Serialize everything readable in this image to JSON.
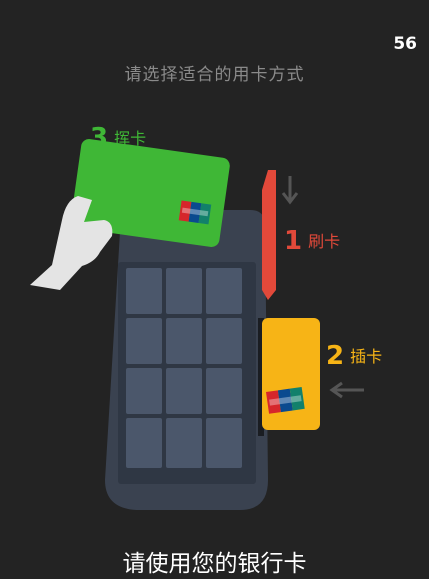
{
  "status": {
    "countdown": "56"
  },
  "header": {
    "instruction": "请选择适合的用卡方式"
  },
  "methods": [
    {
      "num": "1",
      "text": "刷卡",
      "color": "#E2493A"
    },
    {
      "num": "2",
      "text": "插卡",
      "color": "#F7B416"
    },
    {
      "num": "3",
      "text": "挥卡",
      "color": "#3FB736"
    }
  ],
  "footer": {
    "message": "请使用您的银行卡"
  },
  "colors": {
    "background": "#232323",
    "terminal_body": "#3A4250",
    "terminal_screen": "#4B576B",
    "card_green": "#3FB736",
    "card_yellow": "#F7B416",
    "card_red": "#E2493A",
    "arrow": "#555555",
    "hand": "#E4E4E4"
  },
  "icons": [
    "unionpay-logo",
    "hand-icon",
    "arrow-down-icon",
    "arrow-left-icon"
  ]
}
